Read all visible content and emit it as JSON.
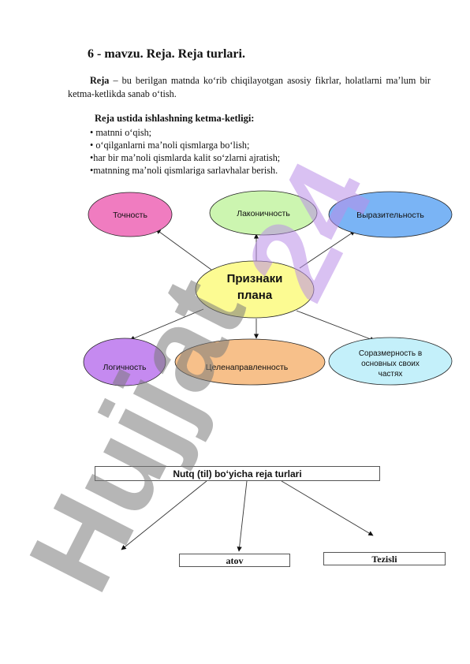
{
  "title": "6 - mavzu. Reja. Reja turlari.",
  "definition": {
    "term": "Reja",
    "text": " – bu berilgan matnda ko‘rib chiqilayotgan asosiy fikrlar, holatlarni ma’lum bir ketma-ketlikda sanab o‘tish."
  },
  "steps": {
    "heading": "Reja ustida ishlashning ketma-ketligi:",
    "items": [
      "• matnni o‘qish;",
      "• o‘qilganlarni ma’noli  qismlarga bo‘lish;",
      "•har bir ma’noli qismlarda kalit so‘zlarni ajratish;",
      "•matnning ma’noli qismlariga sarlavhalar berish."
    ]
  },
  "diagram": {
    "center": [
      "Признаки",
      "плана"
    ],
    "nodes": [
      {
        "label": [
          "Точность"
        ],
        "color": "#f07cc0"
      },
      {
        "label": [
          "Лаконичность"
        ],
        "color": "#ccf5b0"
      },
      {
        "label": [
          "Выразительность"
        ],
        "color": "#7ab4f5"
      },
      {
        "label": [
          "Логичность"
        ],
        "color": "#c58af0"
      },
      {
        "label": [
          "Целенаправленность"
        ],
        "color": "#f7c08a"
      },
      {
        "label": [
          "Соразмерность в",
          "основных своих",
          "частях"
        ],
        "color": "#c4f0fa"
      }
    ],
    "center_color": "#fcfb92"
  },
  "types": {
    "header": "Nutq (til) bo‘yicha reja turlari",
    "box2": "atov",
    "box3": "Tezisli"
  },
  "watermark": "Hujjat24"
}
